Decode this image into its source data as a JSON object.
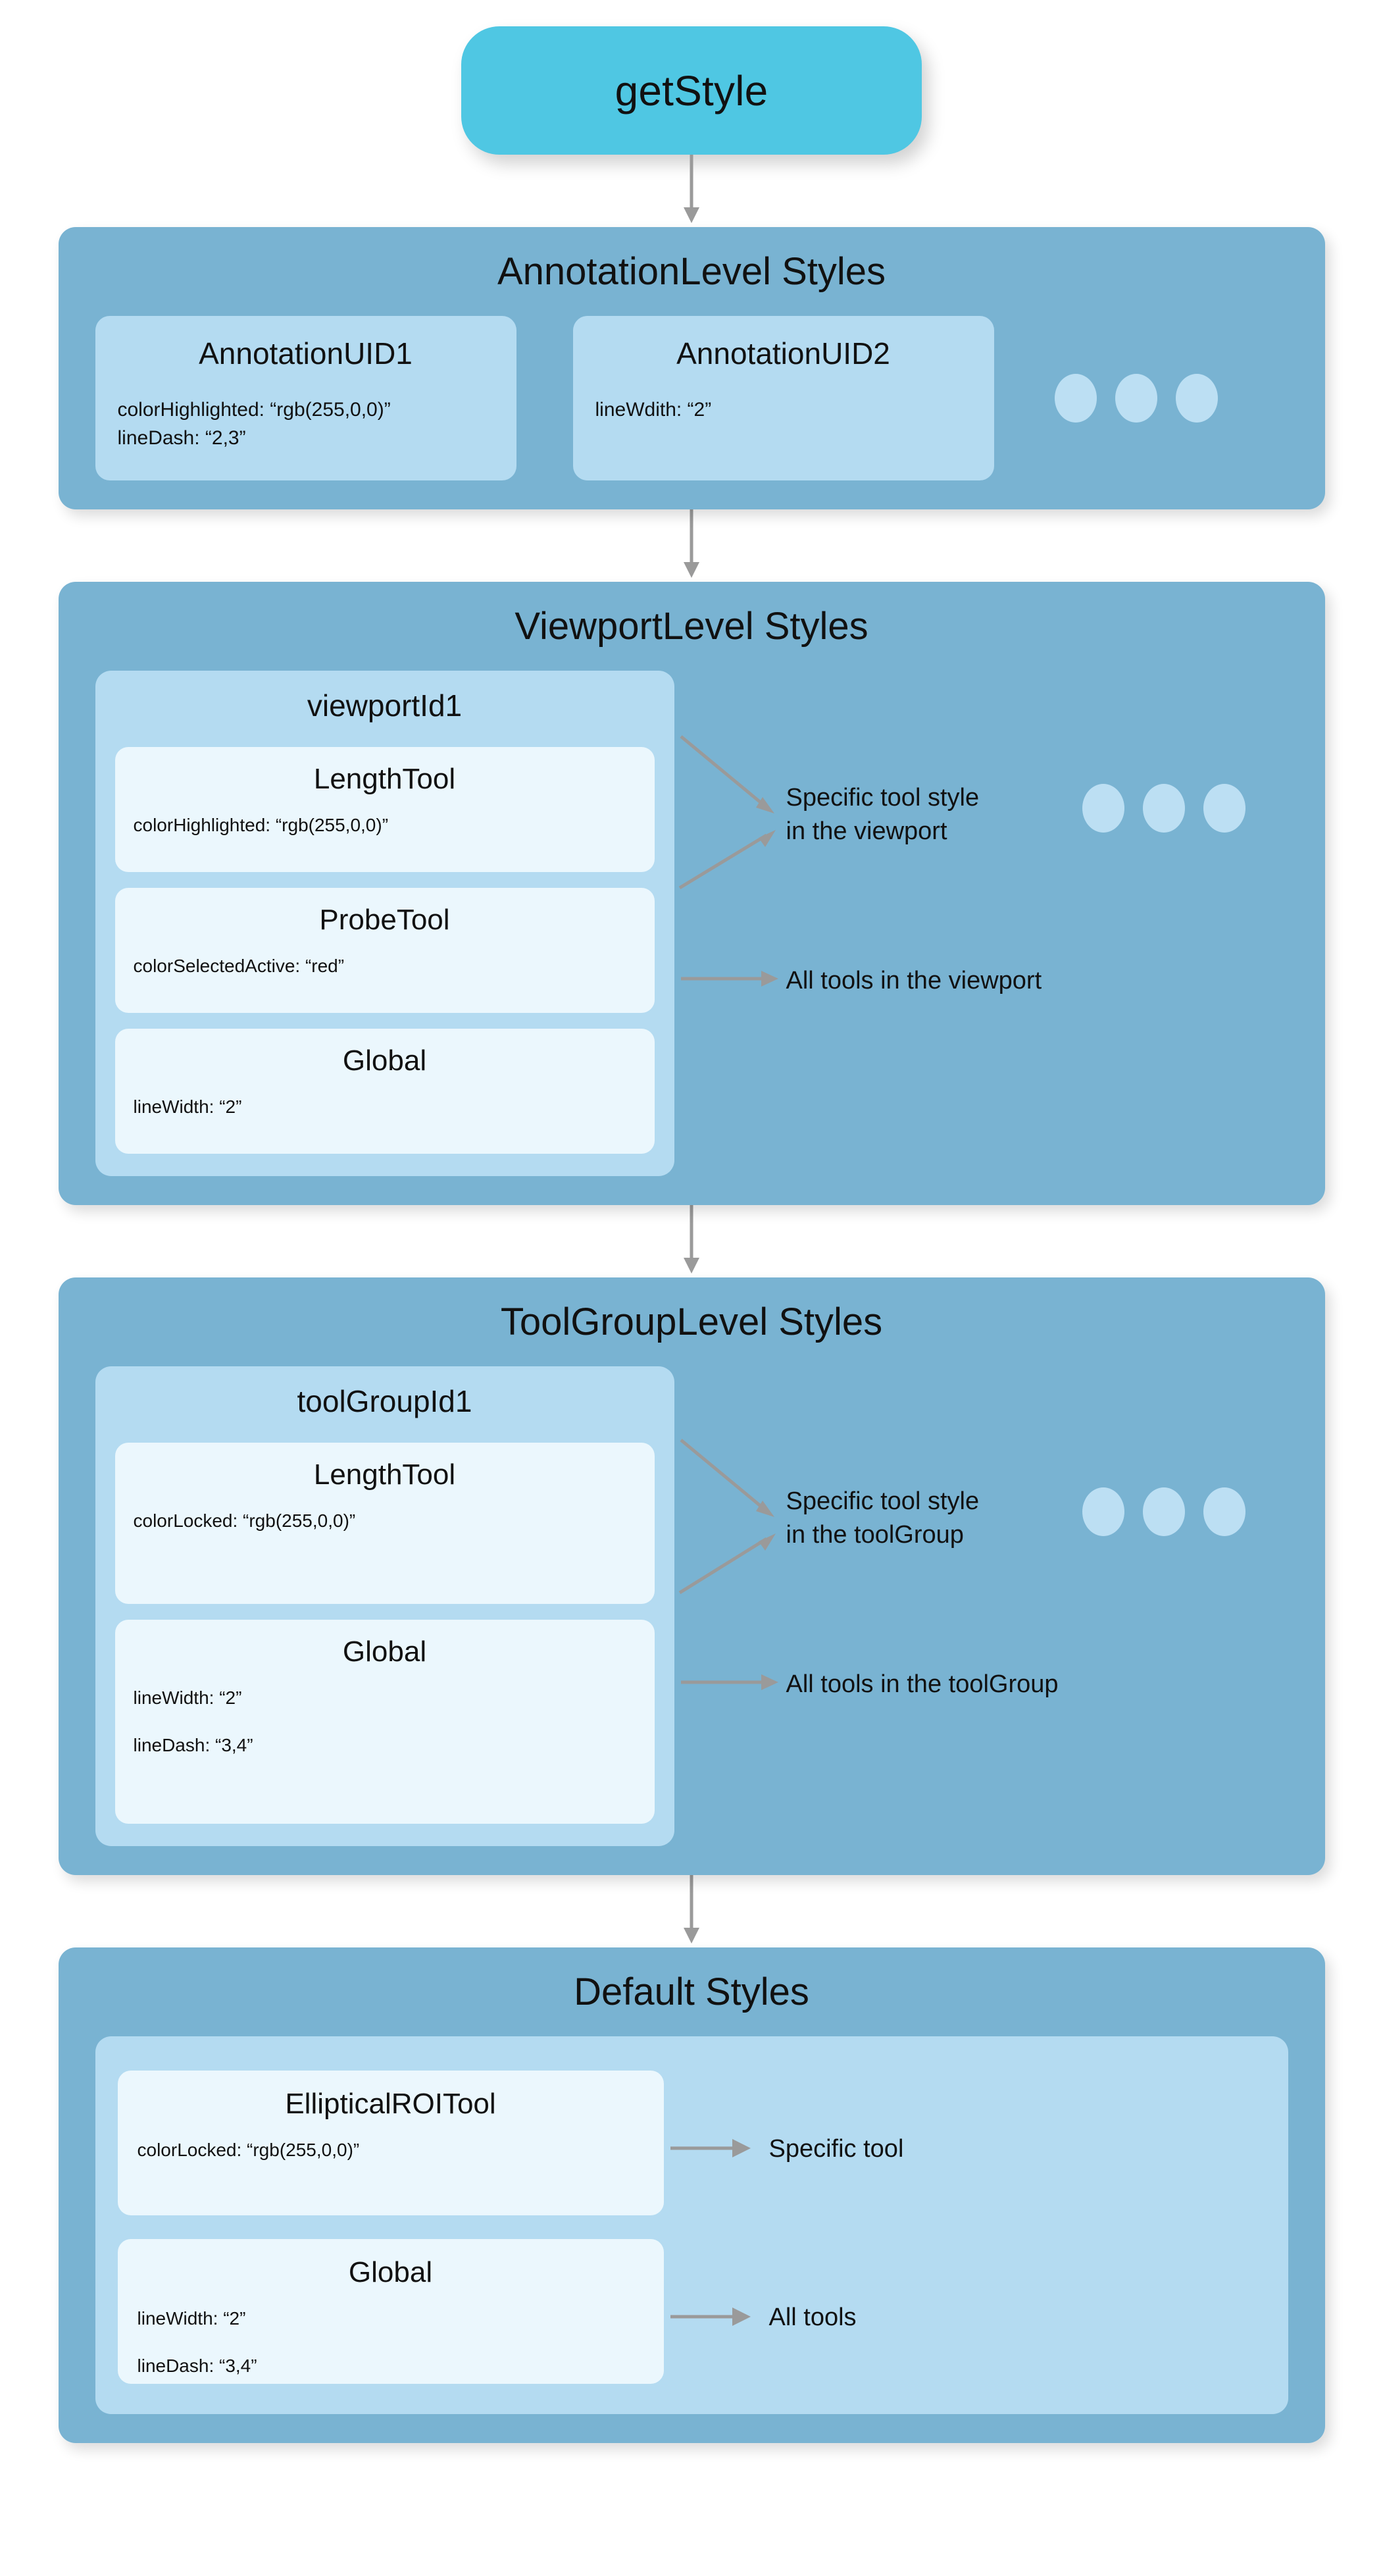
{
  "entry": {
    "label": "getStyle",
    "color": "#4FC7E3"
  },
  "colors": {
    "panel": "#79B3D2",
    "group": "#B4DBF1",
    "card": "#EBF7FD",
    "arrow": "#9A9A9A",
    "text": "#111111"
  },
  "levels": {
    "annotation": {
      "title": "AnnotationLevel Styles",
      "cards": [
        {
          "title": "AnnotationUID1",
          "props": [
            "colorHighlighted: “rgb(255,0,0)”",
            "lineDash: “2,3”"
          ]
        },
        {
          "title": "AnnotationUID2",
          "props": [
            "lineWdith: “2”"
          ]
        }
      ],
      "ellipsis": "…"
    },
    "viewport": {
      "title": "ViewportLevel Styles",
      "group_title": "viewportId1",
      "tools": [
        {
          "title": "LengthTool",
          "props": [
            "colorHighlighted: “rgb(255,0,0)”"
          ]
        },
        {
          "title": "ProbeTool",
          "props": [
            "colorSelectedActive: “red”"
          ]
        },
        {
          "title": "Global",
          "props": [
            "lineWidth: “2”"
          ]
        }
      ],
      "specific_label": "Specific tool style\nin the viewport",
      "global_label": "All tools in the viewport",
      "ellipsis": "…"
    },
    "toolgroup": {
      "title": "ToolGroupLevel Styles",
      "group_title": "toolGroupId1",
      "tools": [
        {
          "title": "LengthTool",
          "props": [
            "colorLocked: “rgb(255,0,0)”"
          ]
        },
        {
          "title": "Global",
          "props": [
            "lineWidth: “2”",
            "lineDash: “3,4”"
          ]
        }
      ],
      "specific_label": "Specific tool style\nin the toolGroup",
      "global_label": "All tools in the toolGroup",
      "ellipsis": "…"
    },
    "default": {
      "title": "Default Styles",
      "tools": [
        {
          "title": "EllipticalROITool",
          "props": [
            "colorLocked: “rgb(255,0,0)”"
          ]
        },
        {
          "title": "Global",
          "props": [
            "lineWidth: “2”",
            "lineDash: “3,4”"
          ]
        }
      ],
      "specific_label": "Specific tool",
      "global_label": "All tools"
    }
  }
}
